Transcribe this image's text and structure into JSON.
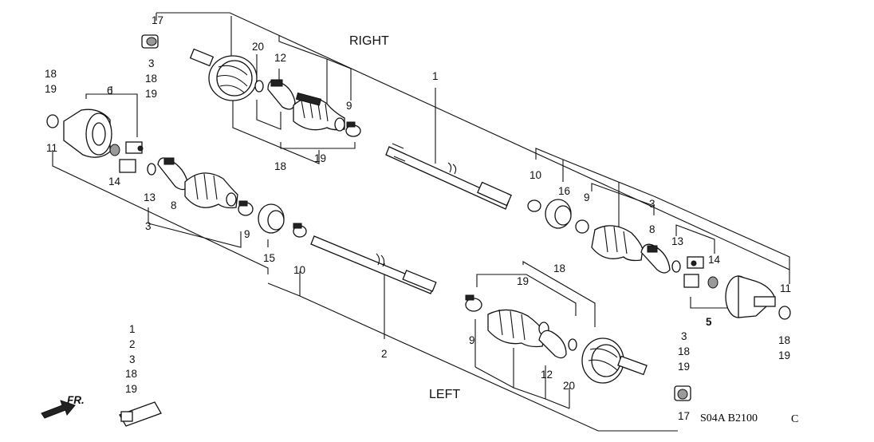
{
  "sections": {
    "right": "RIGHT",
    "left": "LEFT"
  },
  "direction_label": "FR.",
  "diagram_code": "S04A  B2100",
  "diagram_code_suffix": "C",
  "callouts": {
    "c1": "1",
    "c2": "2",
    "r17": "17",
    "r3": "3",
    "r18a": "18",
    "r19a": "19",
    "r20": "20",
    "r12": "12",
    "r9": "9",
    "r18b": "18",
    "r19b": "19",
    "l18a": "18",
    "l19a": "19",
    "l6": "6",
    "l11": "11",
    "l14": "14",
    "l13": "13",
    "l8": "8",
    "l3": "3",
    "l9": "9",
    "l15": "15",
    "l10": "10",
    "k1": "1",
    "k2": "2",
    "k3": "3",
    "k18": "18",
    "k19": "19",
    "m10": "10",
    "m16": "16",
    "m9": "9",
    "m3": "3",
    "m8": "8",
    "m13": "13",
    "m14": "14",
    "m11": "11",
    "m5": "5",
    "m18": "18",
    "m19": "19",
    "n19": "19",
    "n18": "18",
    "n9": "9",
    "n12": "12",
    "n20": "20",
    "b3": "3",
    "b18": "18",
    "b19": "19",
    "b17": "17"
  },
  "icons": [
    "direction-arrow-icon",
    "grease-tube-icon"
  ]
}
